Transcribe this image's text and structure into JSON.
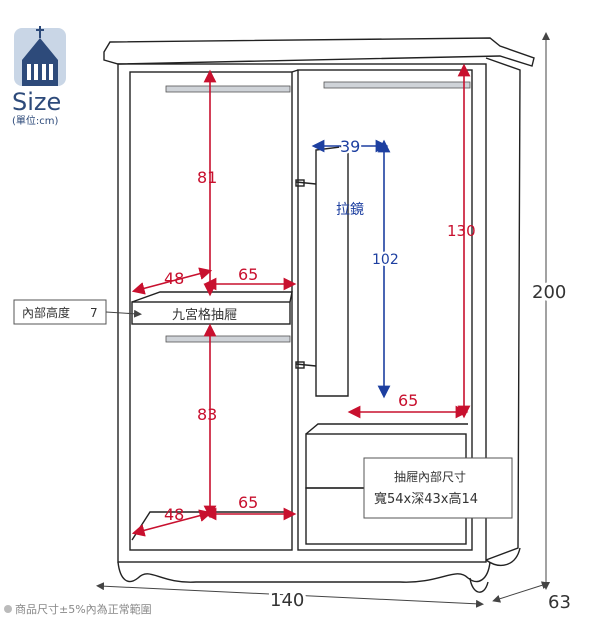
{
  "logo": {
    "title": "Size",
    "unit": "(單位:cm)"
  },
  "dimensions": {
    "total_width": "140",
    "total_height": "200",
    "total_depth": "63",
    "upper_hang_height": "81",
    "lower_hang_height": "83",
    "upper_depth": "48",
    "upper_width": "65",
    "lower_depth": "48",
    "lower_width": "65",
    "mirror_width": "39",
    "mirror_height": "102",
    "right_hang_height": "130",
    "right_width": "65"
  },
  "labels": {
    "interior_height": "內部高度",
    "interior_height_value": "7",
    "drawer_label": "九宮格抽屜",
    "mirror_label": "拉鏡",
    "drawer_info_title": "抽屜內部尺寸",
    "drawer_info_dims": "寬54x深43x高14",
    "footnote": "商品尺寸±5%內為正常範圍"
  },
  "colors": {
    "dimension_red": "#c8102e",
    "dimension_blue": "#1d3fa0",
    "logo_blue": "#2d4a7a"
  }
}
